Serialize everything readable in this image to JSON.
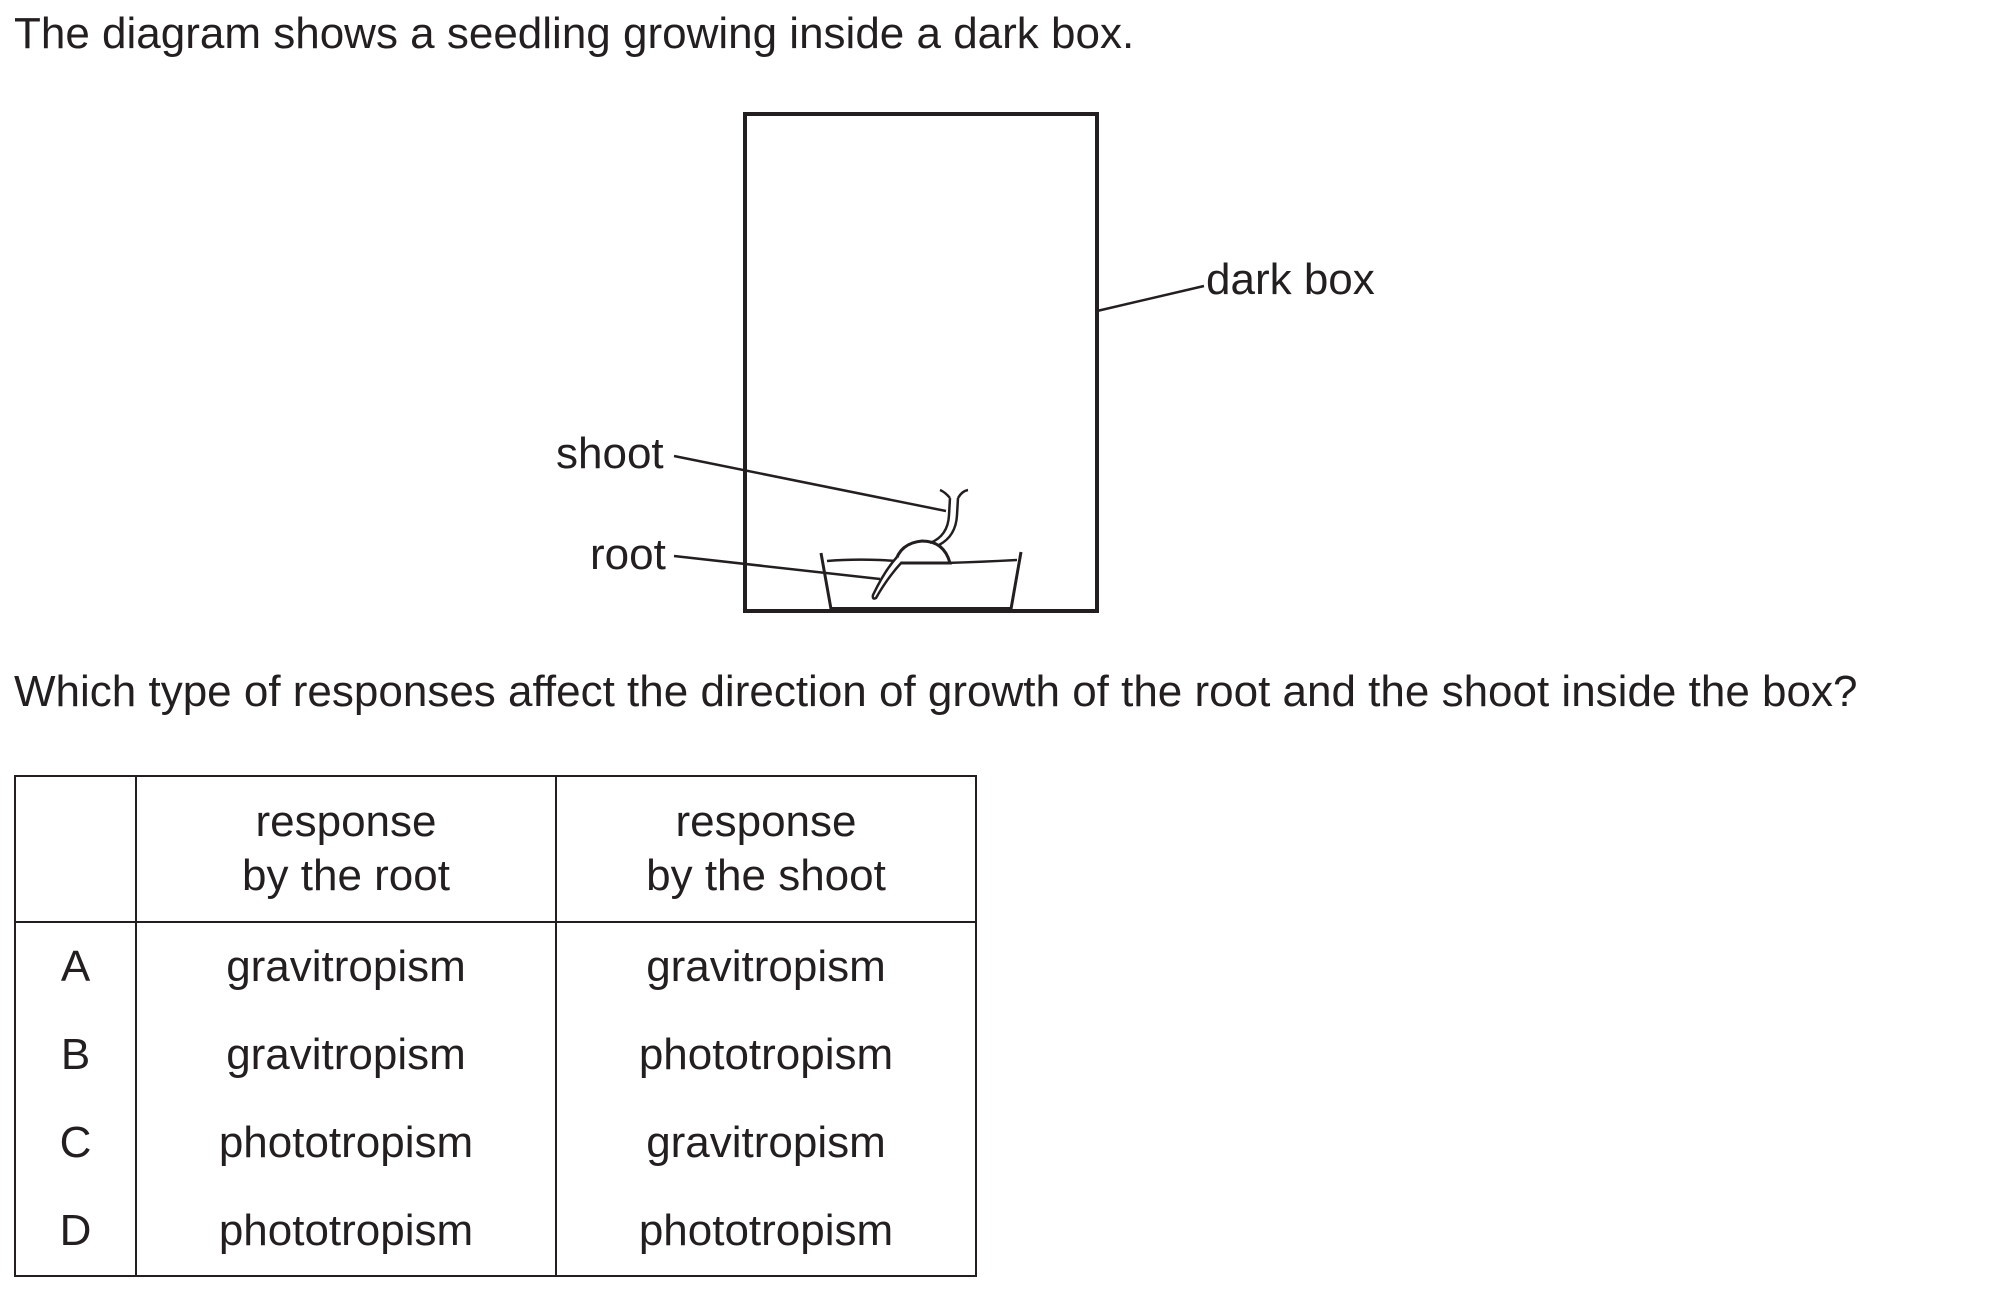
{
  "intro_text": "The diagram shows a seedling growing inside a dark box.",
  "diagram": {
    "label_dark_box": "dark box",
    "label_shoot": "shoot",
    "label_root": "root"
  },
  "question_text": "Which type of responses affect the direction of growth of the root and the shoot inside the box?",
  "table": {
    "header_root_line1": "response",
    "header_root_line2": "by the root",
    "header_shoot_line1": "response",
    "header_shoot_line2": "by the shoot",
    "rows": [
      {
        "letter": "A",
        "root": "gravitropism",
        "shoot": "gravitropism"
      },
      {
        "letter": "B",
        "root": "gravitropism",
        "shoot": "phototropism"
      },
      {
        "letter": "C",
        "root": "phototropism",
        "shoot": "gravitropism"
      },
      {
        "letter": "D",
        "root": "phototropism",
        "shoot": "phototropism"
      }
    ]
  }
}
